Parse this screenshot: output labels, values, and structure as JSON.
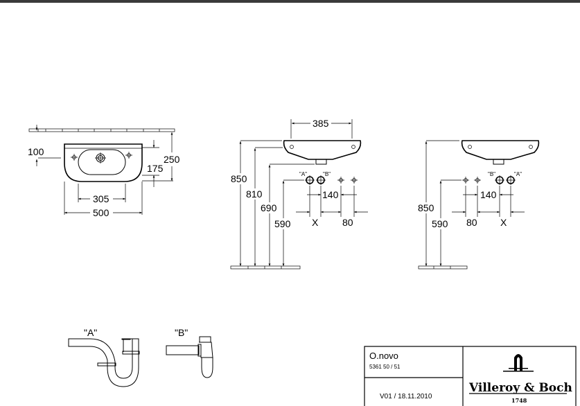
{
  "top_view": {
    "dims": {
      "d100": "100",
      "d250": "250",
      "d175": "175",
      "d305": "305",
      "d500": "500"
    }
  },
  "side_view_a": {
    "dims": {
      "d385": "385",
      "d850": "850",
      "d810": "810",
      "d690": "690",
      "d590": "590",
      "d140": "140",
      "dx": "X",
      "d80": "80"
    },
    "labels": {
      "a": "\"A\"",
      "b": "\"B\""
    }
  },
  "side_view_b": {
    "dims": {
      "d850": "850",
      "d590": "590",
      "d140": "140",
      "d80": "80",
      "dx": "X"
    },
    "labels": {
      "a": "\"A\"",
      "b": "\"B\""
    }
  },
  "traps": {
    "a": "\"A\"",
    "b": "\"B\""
  },
  "title_block": {
    "product": "O.novo",
    "article": "5361 50 / 51",
    "version": "V01 / 18.11.2010",
    "brand": "Villeroy & Boch",
    "brand_year": "1748"
  }
}
